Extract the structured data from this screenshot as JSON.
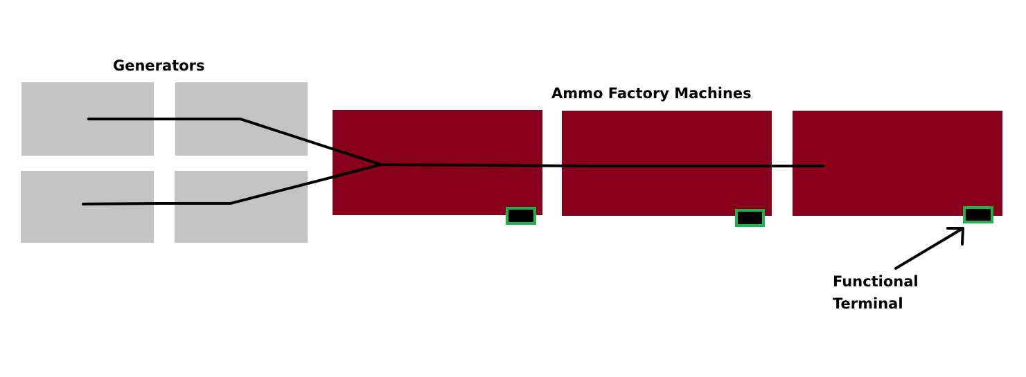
{
  "labels": {
    "generators": "Generators",
    "machines": "Ammo Factory Machines",
    "terminal_line1": "Functional",
    "terminal_line2": "Terminal"
  },
  "colors": {
    "background": "#ffffff",
    "generator": "#c3c3c3",
    "machine": "#880019",
    "cable": "#000000",
    "terminal_border": "#22b14c",
    "terminal_fill": "#000000"
  },
  "diagram": {
    "generator_count": 4,
    "machine_count": 3,
    "terminal_count": 3,
    "functional_terminal_index": 3
  }
}
